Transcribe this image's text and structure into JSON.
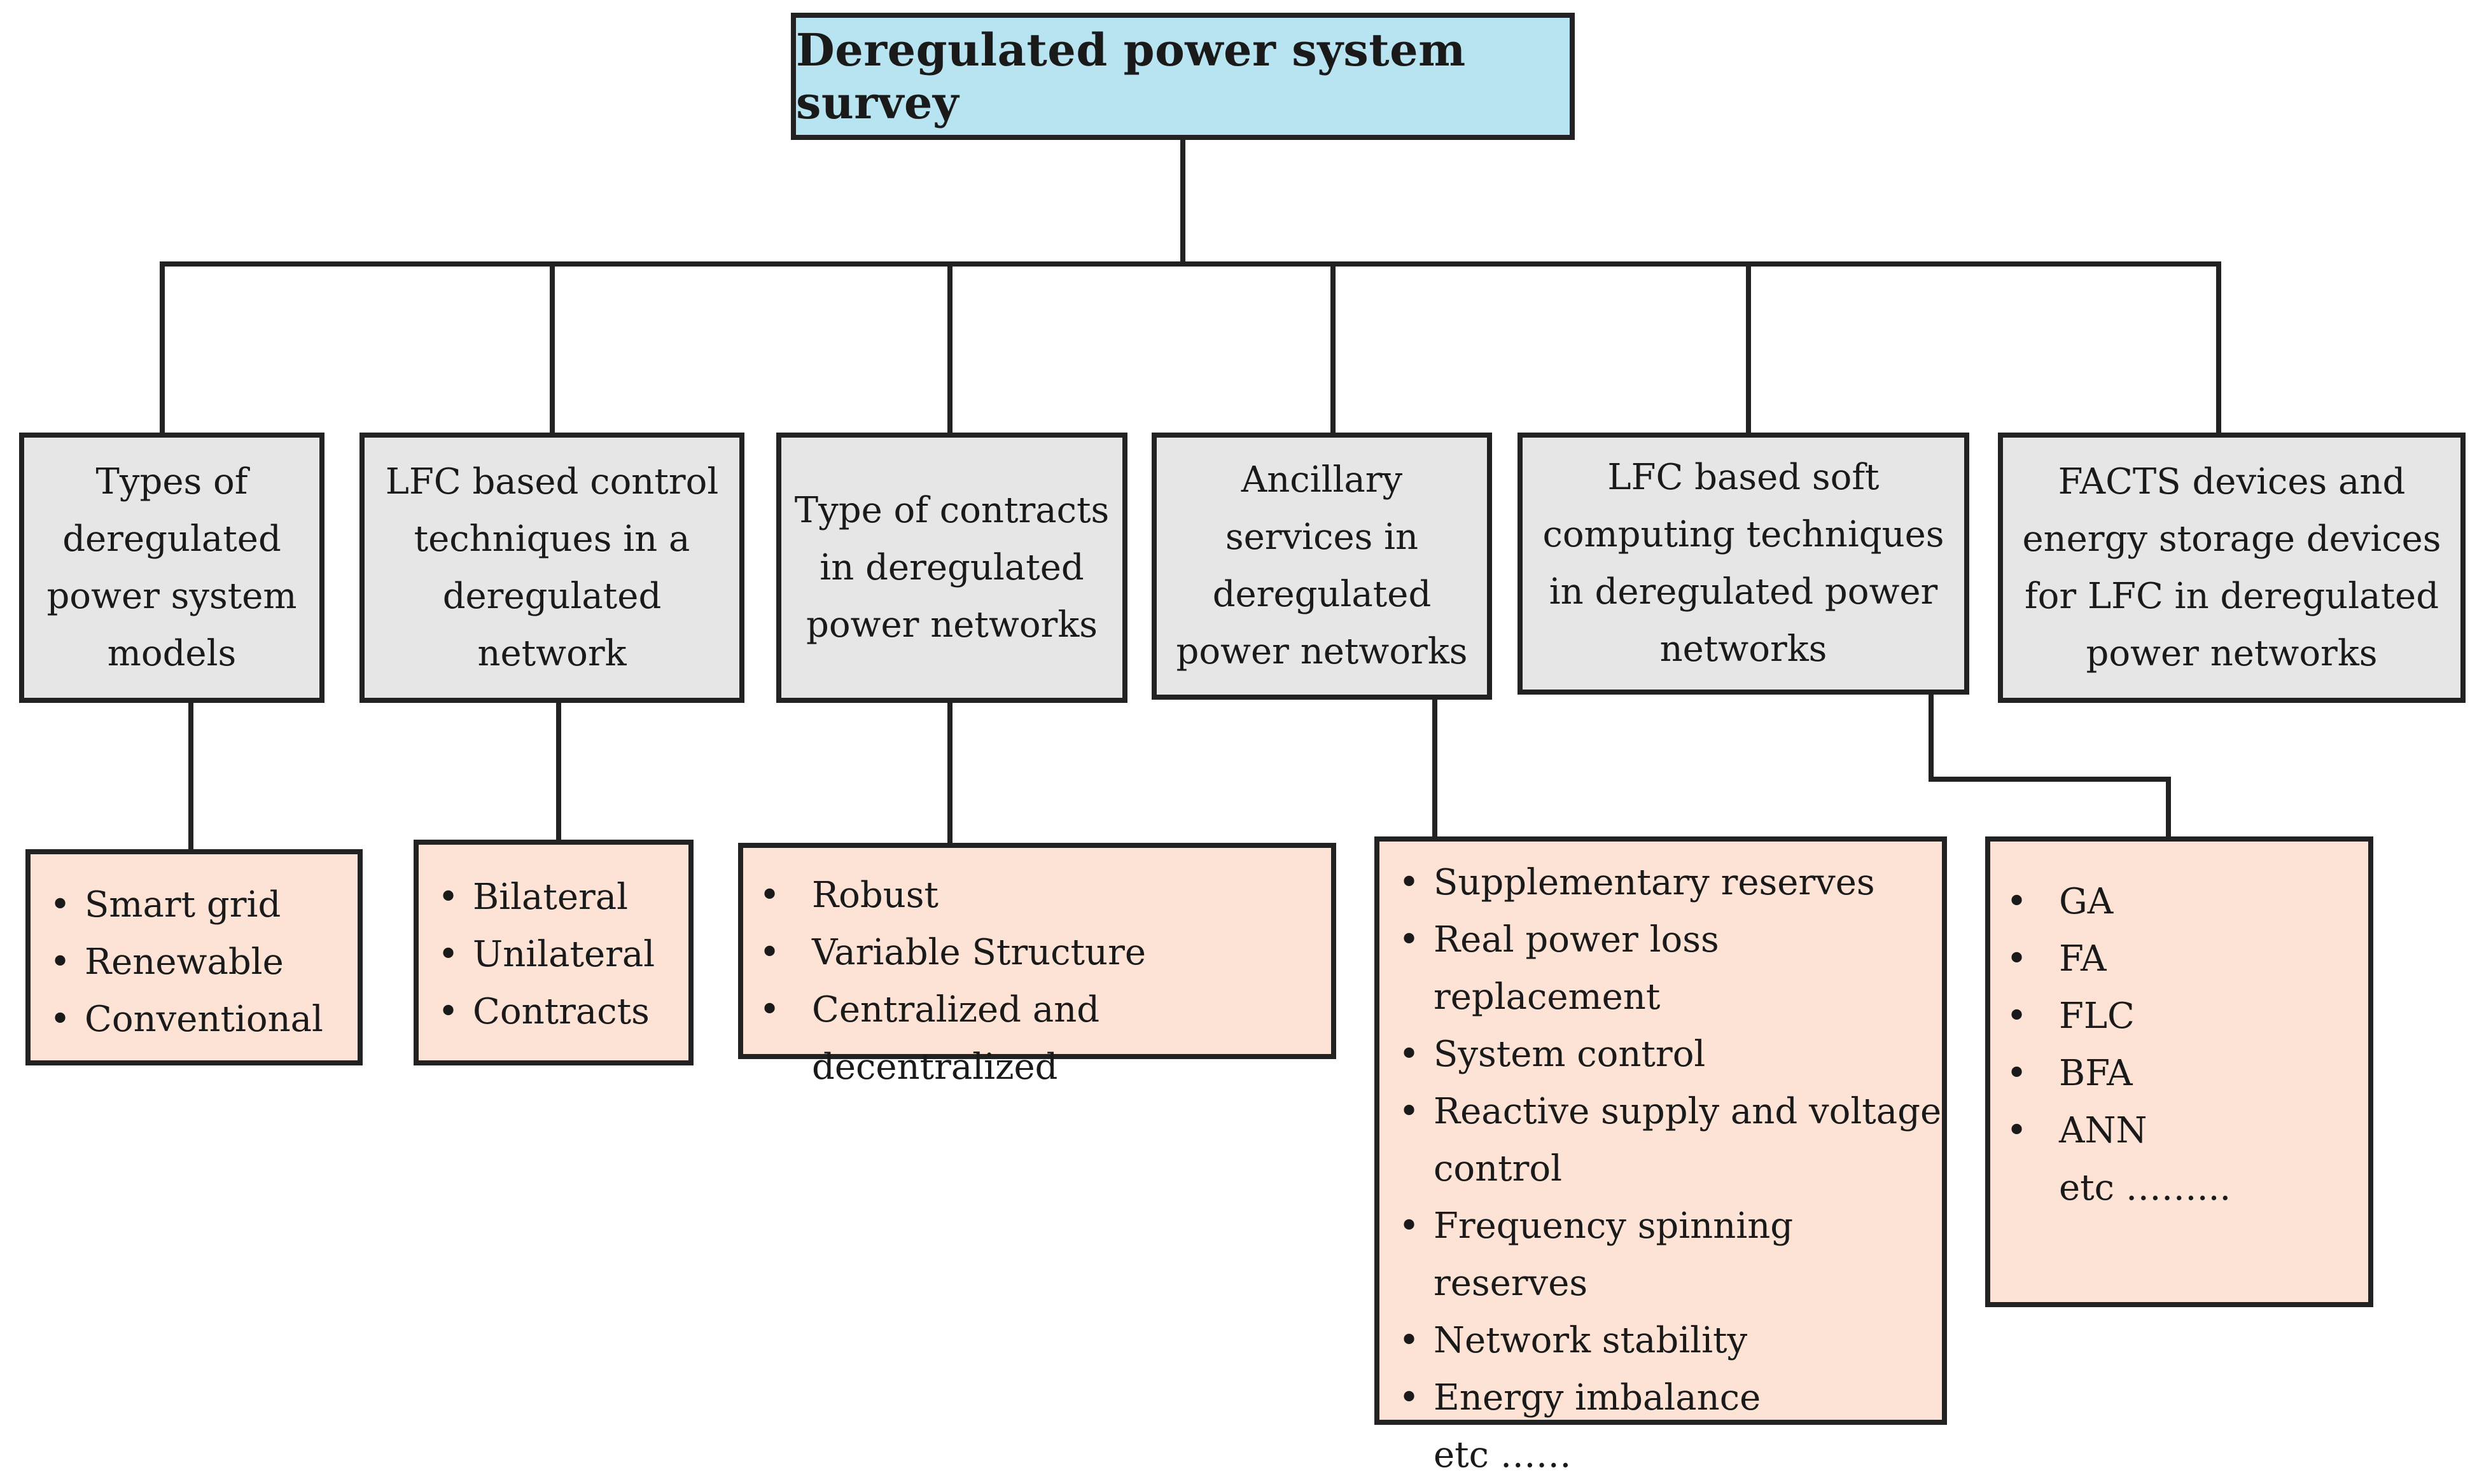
{
  "root": {
    "title": "Deregulated power system survey"
  },
  "categories": [
    {
      "label": "Types of deregulated power system models"
    },
    {
      "label": "LFC based control techniques in a deregulated network"
    },
    {
      "label": "Type of contracts in deregulated power networks"
    },
    {
      "label": "Ancillary services in deregulated power networks"
    },
    {
      "label": "LFC based soft computing techniques in deregulated power networks"
    },
    {
      "label": "FACTS devices and energy storage devices for LFC in deregulated power networks"
    }
  ],
  "leaves": {
    "models": [
      "Smart grid",
      "Renewable",
      "Conventional"
    ],
    "control_techniques": [
      "Bilateral",
      "Unilateral",
      "Contracts"
    ],
    "contracts": [
      "Robust",
      "Variable Structure",
      "Centralized and decentralized"
    ],
    "ancillary": {
      "items": [
        "Supplementary reserves",
        "Real power loss replacement",
        "System control",
        "Reactive supply and voltage",
        "control",
        "Frequency spinning reserves",
        "Network stability",
        "Energy imbalance"
      ],
      "etc": "etc ……"
    },
    "soft_computing": {
      "items": [
        "GA",
        "FA",
        "FLC",
        "BFA",
        "ANN"
      ],
      "etc": "etc ……..."
    }
  },
  "colors": {
    "root_fill": "#b8e3f1",
    "category_fill": "#e6e6e6",
    "leaf_fill": "#fde3d6",
    "border": "#222222"
  }
}
